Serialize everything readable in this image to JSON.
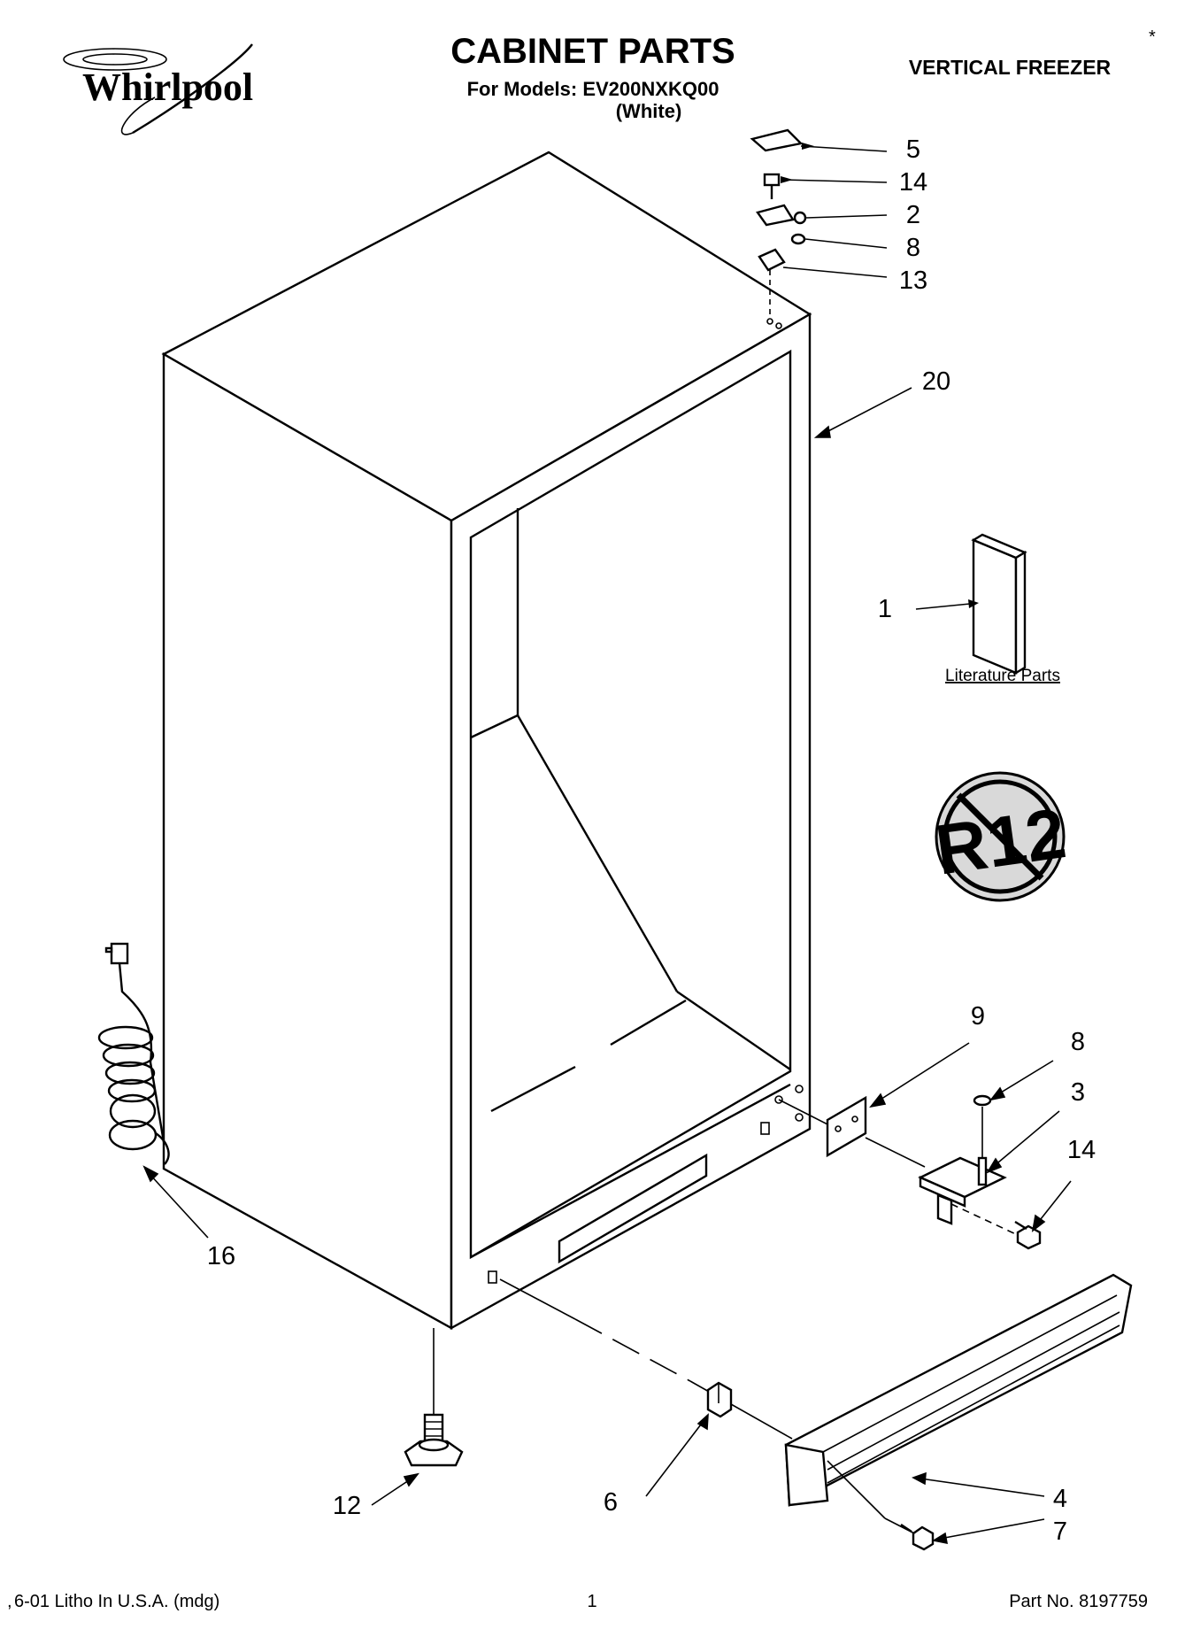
{
  "brand": "Whirlpool",
  "header": {
    "title": "CABINET PARTS",
    "models_line": "For Models: EV200NXKQ00",
    "color_line": "(White)",
    "category": "VERTICAL FREEZER",
    "corner_mark": "*"
  },
  "literature_label": "Literature Parts",
  "badge_text": "R12",
  "callouts": {
    "c5": "5",
    "c14_top": "14",
    "c2": "2",
    "c8_top": "8",
    "c13": "13",
    "c20": "20",
    "c1": "1",
    "c9": "9",
    "c8_bottom": "8",
    "c3": "3",
    "c14_bottom": "14",
    "c16": "16",
    "c12": "12",
    "c6": "6",
    "c4": "4",
    "c7": "7"
  },
  "footer": {
    "left": "6-01 Litho In U.S.A. (mdg)",
    "left_mark": ",",
    "center": "1",
    "right": "Part No. 8197759"
  },
  "colors": {
    "ink": "#111111",
    "background": "#ffffff",
    "badge_fill": "#d9d9d9"
  }
}
